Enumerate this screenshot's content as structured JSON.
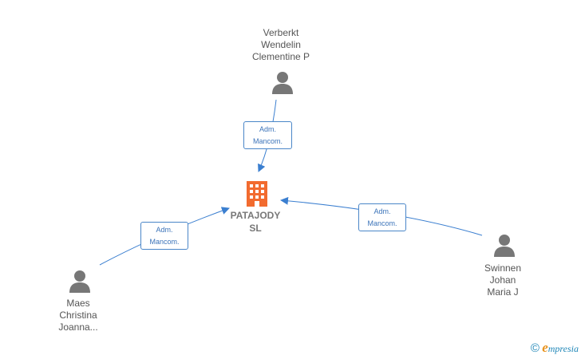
{
  "company": {
    "name_line1": "PATAJODY",
    "name_line2": "SL",
    "color": "#f26b2f"
  },
  "people": [
    {
      "id": "verberkt",
      "lines": [
        "Verberkt",
        "Wendelin",
        "Clementine P"
      ]
    },
    {
      "id": "maes",
      "lines": [
        "Maes",
        "Christina",
        "Joanna..."
      ]
    },
    {
      "id": "swinnen",
      "lines": [
        "Swinnen",
        "Johan",
        "Maria J"
      ]
    }
  ],
  "edges": [
    {
      "from": "verberkt",
      "line1": "Adm.",
      "line2": "Mancom."
    },
    {
      "from": "maes",
      "line1": "Adm.",
      "line2": "Mancom."
    },
    {
      "from": "swinnen",
      "line1": "Adm.",
      "line2": "Mancom."
    }
  ],
  "colors": {
    "edge": "#3b7fd0",
    "person_icon": "#777777"
  },
  "footer": {
    "copyright_symbol": "©",
    "brand_initial": "e",
    "brand_rest": "mpresia"
  }
}
